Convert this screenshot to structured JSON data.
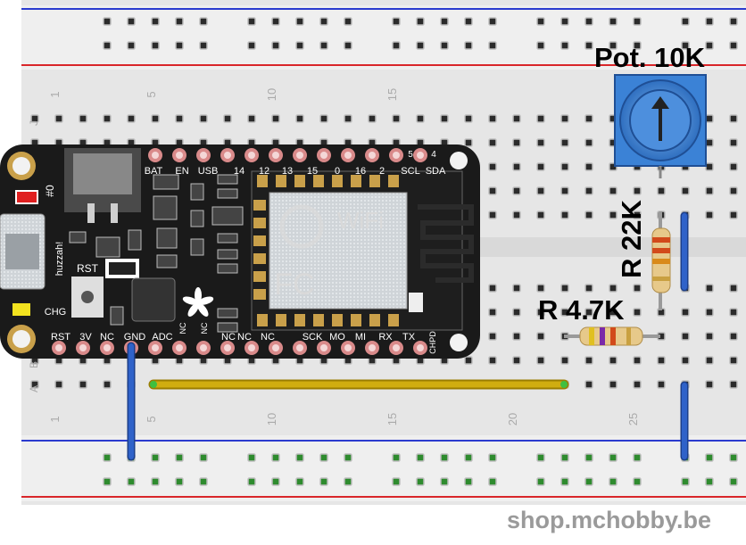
{
  "breadboard": {
    "top_numbers": [
      "1",
      "5",
      "10",
      "15"
    ],
    "bottom_numbers": [
      "1",
      "5",
      "10",
      "15",
      "20",
      "25"
    ],
    "row_letters_top": [
      "J"
    ],
    "row_letters_bottom": [
      "B",
      "A"
    ]
  },
  "board": {
    "top_pins": [
      "BAT",
      "EN",
      "USB",
      "14",
      "12",
      "13",
      "15",
      "0",
      "16",
      "2",
      "SCL",
      "SDA"
    ],
    "top_extra": [
      "5",
      "4"
    ],
    "bottom_pins": [
      "RST",
      "3V",
      "NC",
      "GND",
      "ADC",
      "NC",
      "NC",
      "NC",
      "NC",
      "NC",
      "SCK",
      "MO",
      "MI",
      "RX",
      "TX",
      "CHPD"
    ],
    "rst_label": "RST",
    "chg_label": "CHG",
    "huzzah_label": "huzzah!",
    "hash_label": "#0",
    "wifi_label": "WiFi",
    "fc_label": "FC"
  },
  "labels": {
    "pot": "Pot. 10K",
    "r22k": "R 22K",
    "r47k": "R 4.7K"
  },
  "watermark": "shop.mchobby.be",
  "colors": {
    "board": "#1a1a1a",
    "breadboard": "#e3e3e3",
    "rail": "#eeeeee",
    "rail_red": "#d9262a",
    "rail_blue": "#2b3bcf",
    "wire_blue": "#2f62c9",
    "wire_yellow": "#c9a400",
    "pot_blue": "#3b82d6"
  }
}
